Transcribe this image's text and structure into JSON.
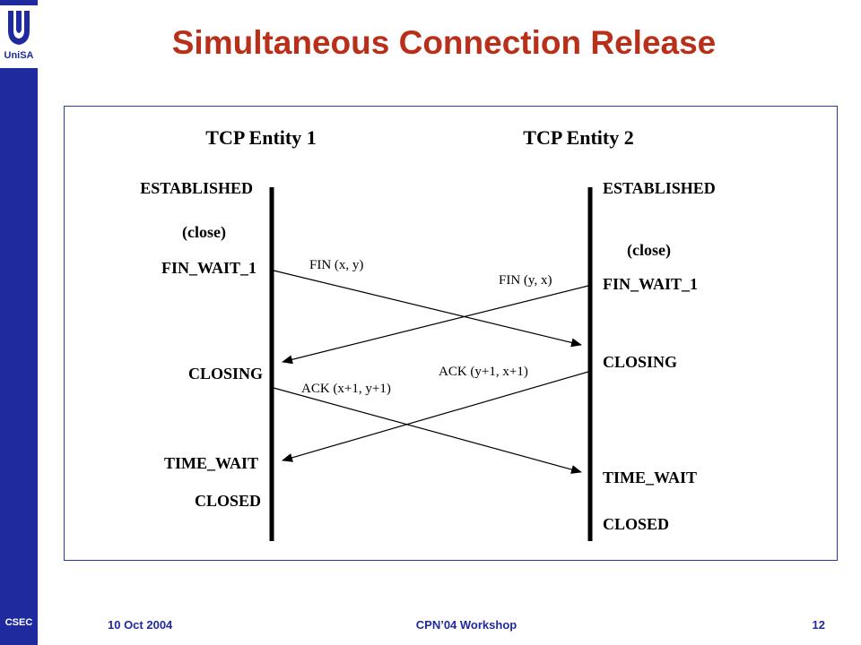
{
  "sidebar": {
    "logo_text": "UniSA",
    "csec_label": "CSEC"
  },
  "title": "Simultaneous Connection Release",
  "diagram": {
    "entity1": {
      "name": "TCP Entity 1",
      "states": [
        "ESTABLISHED",
        "(close)",
        "FIN_WAIT_1",
        "CLOSING",
        "TIME_WAIT",
        "CLOSED"
      ]
    },
    "entity2": {
      "name": "TCP Entity 2",
      "states": [
        "ESTABLISHED",
        "(close)",
        "FIN_WAIT_1",
        "CLOSING",
        "TIME_WAIT",
        "CLOSED"
      ]
    },
    "messages": {
      "fin1": "FIN (x,  y)",
      "fin2": "FIN (y, x)",
      "ack1": "ACK (x+1, y+1)",
      "ack2": "ACK (y+1, x+1)"
    }
  },
  "footer": {
    "date": "10 Oct 2004",
    "event": "CPN’04 Workshop",
    "page": "12"
  },
  "colors": {
    "sidebar": "#1f2a9e",
    "title": "#b8301a",
    "border": "#2b3aa3"
  }
}
